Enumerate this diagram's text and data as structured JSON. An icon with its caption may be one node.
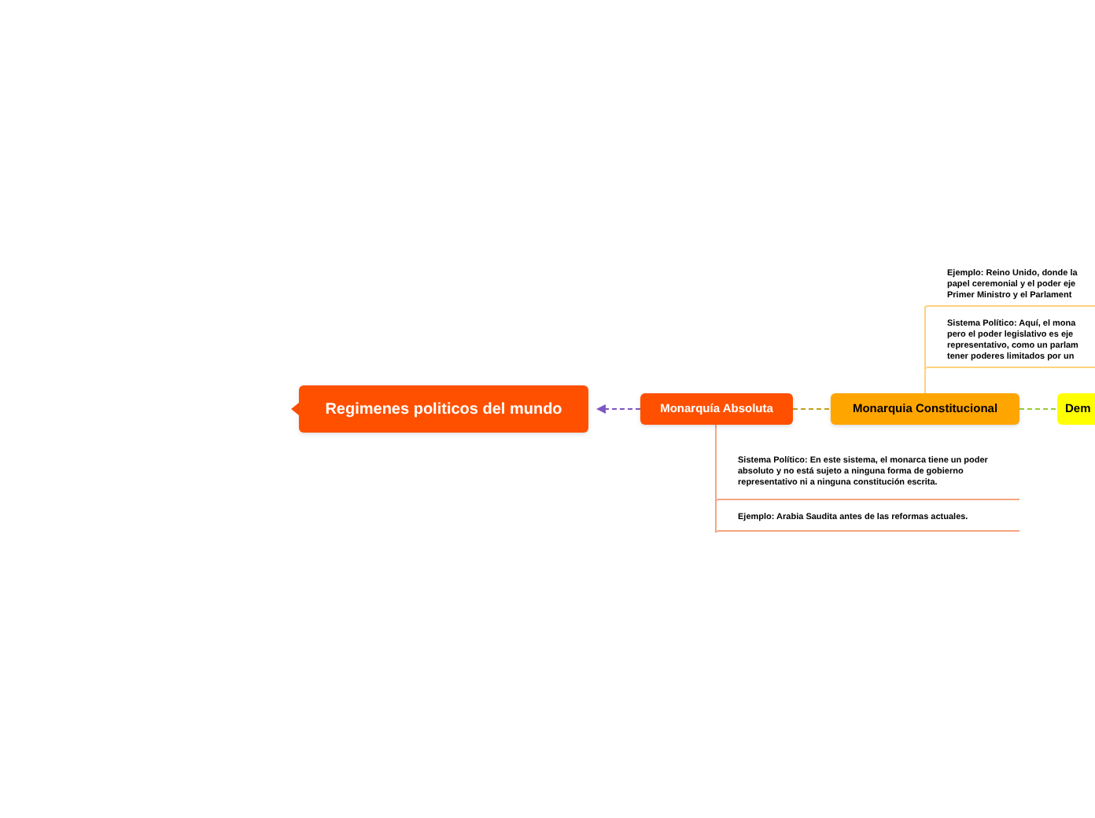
{
  "diagram": {
    "nodes": [
      {
        "text": [
          "Regimenes politicos del mundo"
        ]
      },
      {
        "text": [
          "Monarquía Absoluta"
        ]
      },
      {
        "text": [
          "Sistema Político: En este sistema, el monarca tiene un poder absoluto y no está sujeto a ninguna forma de gobierno representativo ni a ninguna constitución escrita."
        ]
      },
      {
        "text": [
          "Ejemplo: Arabia Saudita antes de las reformas actuales."
        ]
      },
      {
        "text": [
          "Monarquia Constitucional"
        ]
      },
      {
        "text": [
          "Ejemplo: Reino Unido, donde la papel ceremonial y el poder eje Primer Ministro y el Parlament"
        ]
      },
      {
        "text": [
          "Sistema Político: Aquí, el mona pero el poder legislativo es eje representativo, como un parlam tener poderes limitados por un"
        ]
      },
      {
        "text": [
          "Dem"
        ]
      }
    ],
    "edges": [
      {
        "from": 1,
        "to": 0,
        "arrow": "to",
        "style": "dashed",
        "color": "#7e57c2"
      },
      {
        "from": 1,
        "to": 4,
        "arrow": "none",
        "style": "dashed",
        "color": "#c0a020"
      },
      {
        "from": 4,
        "to": 7,
        "arrow": "none",
        "style": "dashed",
        "color": "#9acd32"
      },
      {
        "from": 1,
        "to": 2,
        "arrow": "none",
        "color": "#f4a582"
      },
      {
        "from": 1,
        "to": 3,
        "arrow": "none",
        "color": "#f4a582"
      },
      {
        "from": 4,
        "to": 5,
        "arrow": "none",
        "color": "#ffd27f"
      },
      {
        "from": 4,
        "to": 6,
        "arrow": "none",
        "color": "#ffd27f"
      }
    ]
  }
}
